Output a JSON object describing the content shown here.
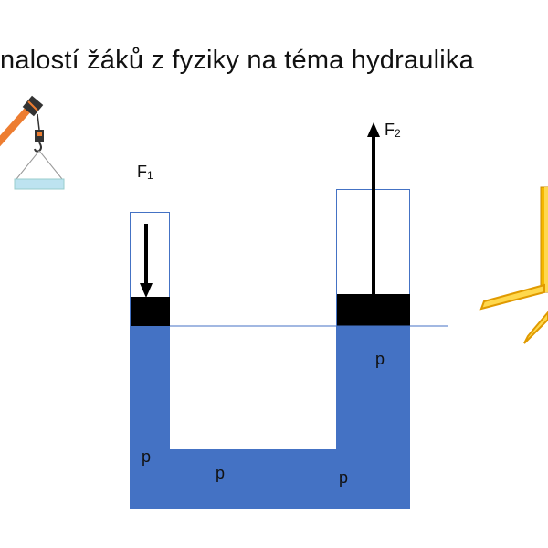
{
  "title": "nalostí žáků z fyziky na téma hydraulika",
  "labels": {
    "force_left": "F",
    "force_left_sub": "1",
    "force_right": "F",
    "force_right_sub": "2",
    "pressure": "p"
  },
  "colors": {
    "fluid": "#4472c4",
    "piston": "#000000",
    "outline": "#4472c4",
    "crane": "#ed7d31",
    "load": "#bde3f0",
    "forklift": "#f5b800"
  },
  "icons": [
    "crane-icon",
    "forklift-icon"
  ]
}
